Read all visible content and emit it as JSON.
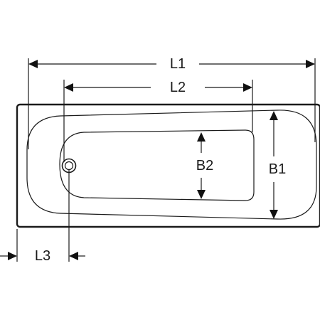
{
  "diagram": {
    "labels": {
      "l1": "L1",
      "l2": "L2",
      "b1": "B1",
      "b2": "B2",
      "l3": "L3"
    }
  }
}
